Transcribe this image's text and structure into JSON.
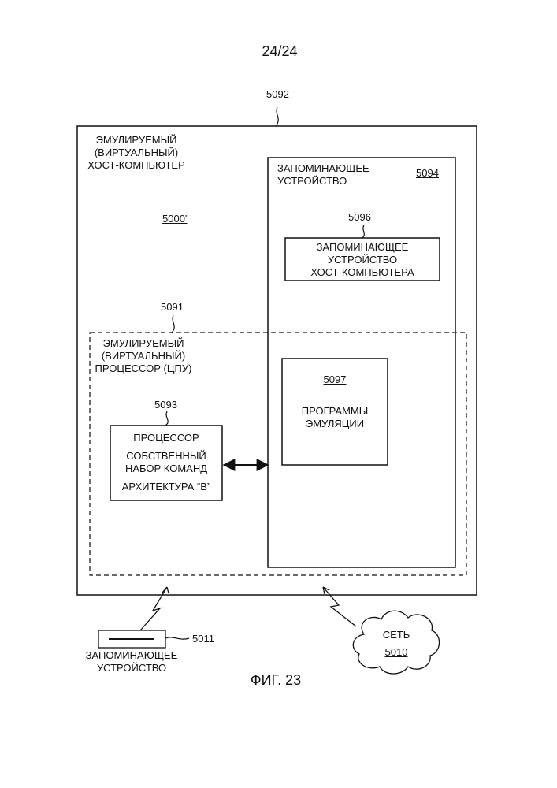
{
  "page_number": "24/24",
  "figure_caption": "ФИГ. 23",
  "host": {
    "ref": "5092",
    "label_lines": [
      "ЭМУЛИРУЕМЫЙ",
      "(ВИРТУАЛЬНЫЙ)",
      "ХОСТ-КОМПЬЮТЕР"
    ],
    "id": "5000'"
  },
  "memory": {
    "label_lines": [
      "ЗАПОМИНАЮЩЕЕ",
      "УСТРОЙСТВО"
    ],
    "id": "5094"
  },
  "host_memory": {
    "ref": "5096",
    "label_lines": [
      "ЗАПОМИНАЮЩЕЕ",
      "УСТРОЙСТВО",
      "ХОСТ-КОМПЬЮТЕРА"
    ]
  },
  "emulated_cpu": {
    "ref": "5091",
    "label_lines": [
      "ЭМУЛИРУЕМЫЙ",
      "(ВИРТУАЛЬНЫЙ)",
      "ПРОЦЕССОР (ЦПУ)"
    ]
  },
  "emulation_programs": {
    "id": "5097",
    "label_lines": [
      "ПРОГРАММЫ",
      "ЭМУЛЯЦИИ"
    ]
  },
  "native_processor": {
    "ref": "5093",
    "title": "ПРОЦЕССОР",
    "line2": "СОБСТВЕННЫЙ",
    "line3": "НАБОР КОМАНД",
    "line4": "АРХИТЕКТУРА “B”"
  },
  "storage_device": {
    "ref": "5011",
    "label_lines": [
      "ЗАПОМИНАЮЩЕЕ",
      "УСТРОЙСТВО"
    ]
  },
  "network": {
    "label": "СЕТЬ",
    "id": "5010"
  }
}
